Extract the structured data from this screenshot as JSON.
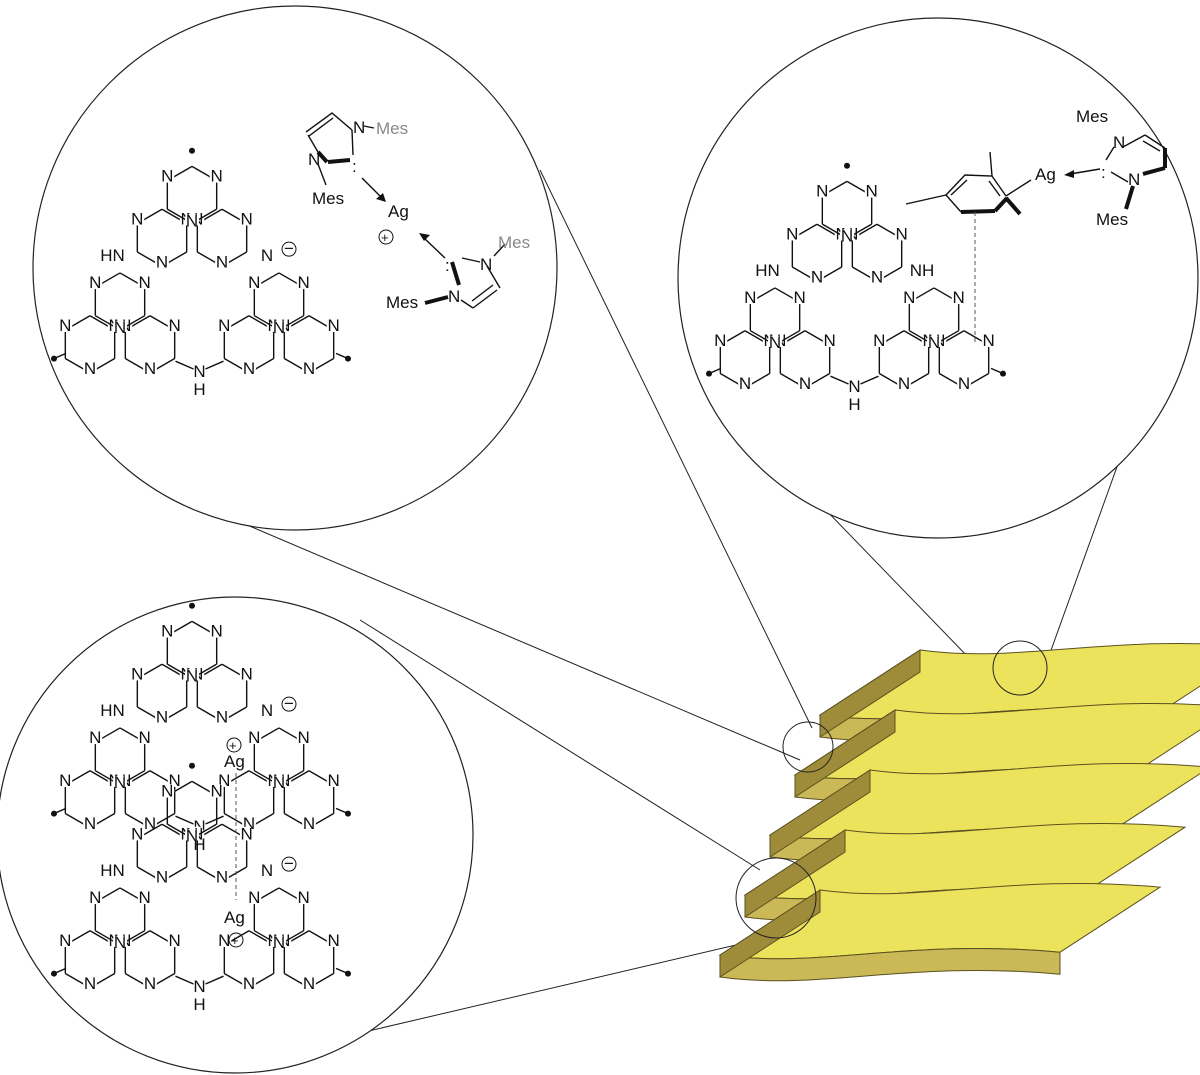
{
  "labels": {
    "N": "N",
    "NH": "NH",
    "HN": "HN",
    "H": "H",
    "Ag": "Ag",
    "Mes": "Mes",
    "plus": "+",
    "minus": "−"
  },
  "colors": {
    "sheet_top": "#ece35c",
    "sheet_side": "#cbb857",
    "sheet_edge": "#5a5020",
    "ink": "#111111",
    "faded_ink": "#999999"
  },
  "panels": [
    {
      "name": "top-left-zoom",
      "content": "deprotonated carbon nitrite with Ag bis(NHC) cation"
    },
    {
      "name": "top-right-zoom",
      "content": "carbon nitride with Ag NHC aryl pi-stacked"
    },
    {
      "name": "bottom-left-zoom",
      "content": "stacked carbon nitride layers with intercalated Ag"
    }
  ],
  "stack": {
    "layer_count": 5
  }
}
